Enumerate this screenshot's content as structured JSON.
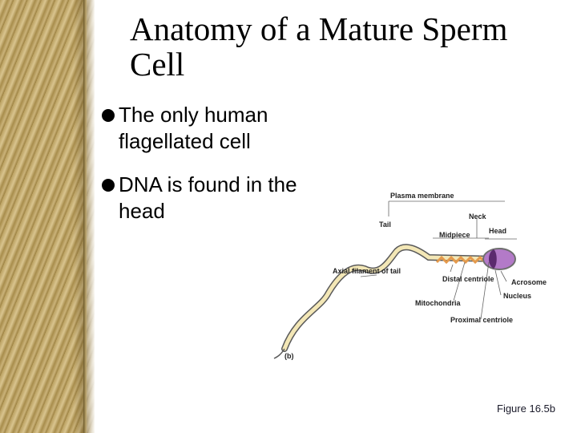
{
  "slide": {
    "title": "Anatomy of a Mature Sperm Cell",
    "bullets": [
      "The only human flagellated cell",
      "DNA is found in the head"
    ],
    "caption": "Figure 16.5b"
  },
  "diagram": {
    "labels": {
      "plasma_membrane": "Plasma membrane",
      "neck": "Neck",
      "tail": "Tail",
      "head": "Head",
      "midpiece": "Midpiece",
      "axial_filament": "Axial filament of tail",
      "distal_centriole": "Distal centriole",
      "acrosome": "Acrosome",
      "nucleus": "Nucleus",
      "mitochondria": "Mitochondria",
      "proximal_centriole": "Proximal centriole",
      "panel": "(b)"
    },
    "colors": {
      "tail_fill": "#f3e7b6",
      "tail_outline": "#5a5a5a",
      "mitochondria": "#e49a4c",
      "acrosome": "#b37ac8",
      "nucleus": "#5b2a6e",
      "head_outline": "#6e6e6e"
    }
  }
}
